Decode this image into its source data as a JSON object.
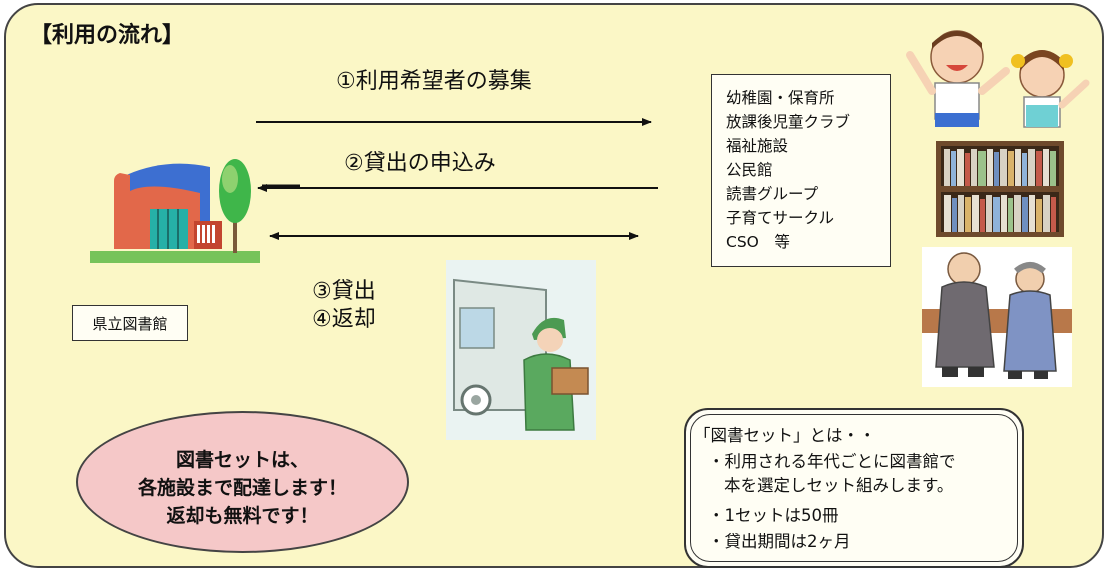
{
  "title": "【利用の流れ】",
  "steps": {
    "step1": "①利用希望者の募集",
    "step2": "②貸出の申込み",
    "step3": "③貸出",
    "step4": "④返却"
  },
  "facilities": [
    "幼稚園・保育所",
    "放課後児童クラブ",
    "福祉施設",
    "公民館",
    "読書グループ",
    "子育てサークル",
    "CSO　等"
  ],
  "library_label": "県立図書館",
  "delivery": {
    "line1": "図書セットは、",
    "line2": "各施設まで配達します！",
    "line3": "返却も無料です！"
  },
  "bookset": {
    "heading": "「図書セット」とは・・",
    "point1_line1": "・利用される年代ごとに図書館で",
    "point1_line2": "本を選定しセット組みします。",
    "point2": "・1セットは50冊",
    "point3": "・貸出期間は2ヶ月"
  },
  "colors": {
    "background": "#fbf7c6",
    "ellipse_fill": "#f5c8c8",
    "library_roof": "#3d6fd1",
    "library_wall": "#e2684a",
    "library_glass": "#26b0a7",
    "tree_green": "#3fb64a"
  },
  "icons": {
    "library": "library-building-icon",
    "delivery": "delivery-person-truck-icon",
    "children": "children-icon",
    "bookshelf": "bookshelf-icon",
    "elderly": "elderly-couple-icon"
  }
}
